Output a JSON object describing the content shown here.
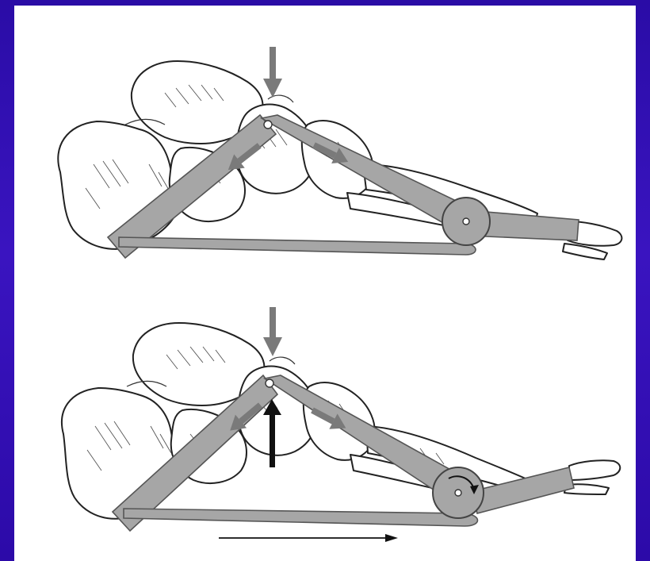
{
  "slide": {
    "background_color": "#3210b4",
    "panel_color": "#ffffff",
    "strut_color": "#a6a6a6",
    "arrow_gray": "#7a7a7a",
    "arrow_black": "#111111"
  },
  "panels": [
    {
      "id": "top",
      "arrows": [
        "downward-load-arrow",
        "compression-arrow-posterior",
        "compression-arrow-anterior"
      ]
    },
    {
      "id": "bottom",
      "arrows": [
        "downward-load-arrow",
        "compression-arrow-posterior",
        "compression-arrow-anterior",
        "upward-lift-arrow",
        "rotation-arrow",
        "tension-arrow"
      ]
    }
  ]
}
